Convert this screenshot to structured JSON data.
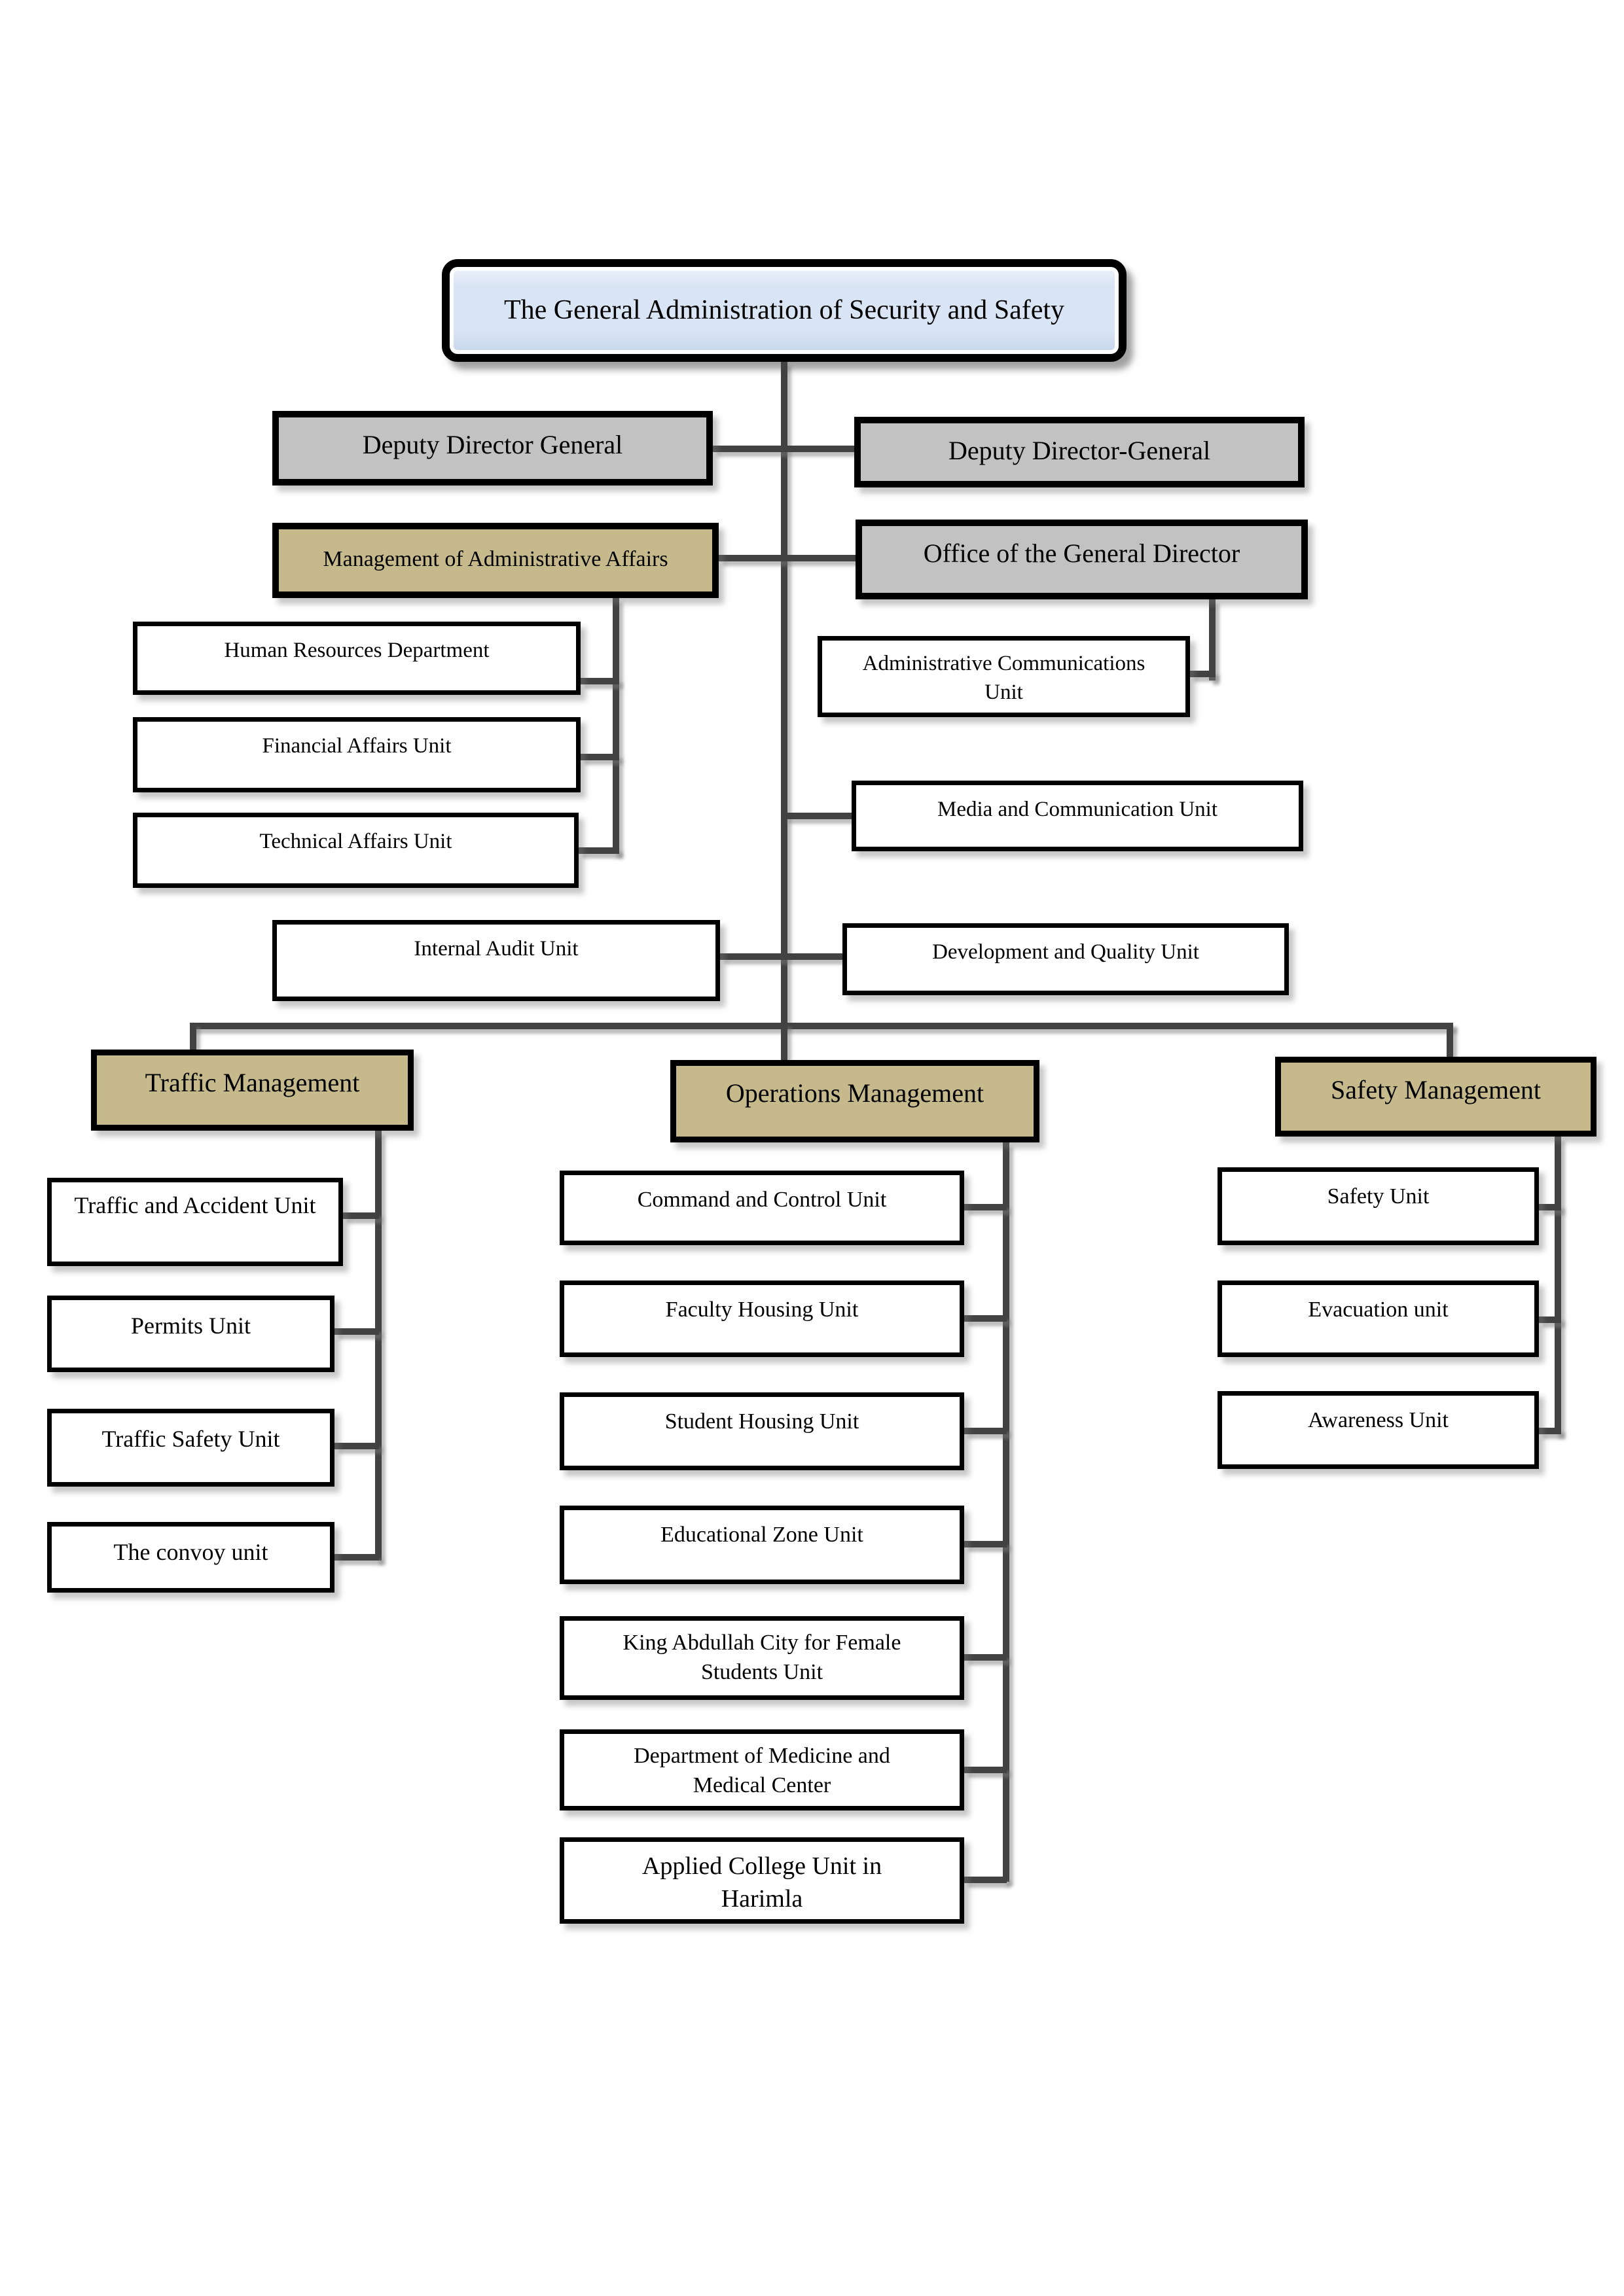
{
  "colors": {
    "root_fill": "#d9e4f4",
    "root_fill_light": "#eef3fb",
    "root_fill_dark": "#c6d5eb",
    "management_fill": "#c6ba8d",
    "deputy_fill": "#c2c2c2",
    "line": "#424242",
    "border": "#000000"
  },
  "nodes": {
    "root": "The General Administration of Security and Safety",
    "deputy_left": "Deputy Director General",
    "deputy_right": "Deputy Director-General",
    "admin_affairs": "Management of Administrative Affairs",
    "director_office": "Office of the General Director",
    "hr": "Human Resources Department",
    "financial": "Financial Affairs Unit",
    "technical": "Technical Affairs Unit",
    "admin_comm": "Administrative Communications Unit",
    "media": "Media and Communication Unit",
    "internal_audit": "Internal Audit Unit",
    "dev_quality": "Development and Quality Unit",
    "traffic_mgmt": "Traffic Management",
    "operations_mgmt": "Operations Management",
    "safety_mgmt": "Safety Management",
    "traffic_units": [
      "Traffic and Accident Unit",
      "Permits Unit",
      "Traffic Safety Unit",
      "The convoy unit"
    ],
    "operations_units": [
      "Command and Control Unit",
      "Faculty Housing Unit",
      "Student Housing Unit",
      "Educational Zone Unit",
      "King Abdullah City for Female Students Unit",
      "Department of Medicine and Medical Center",
      "Applied College Unit in Harimla"
    ],
    "safety_units": [
      "Safety Unit",
      "Evacuation unit",
      "Awareness Unit"
    ]
  }
}
